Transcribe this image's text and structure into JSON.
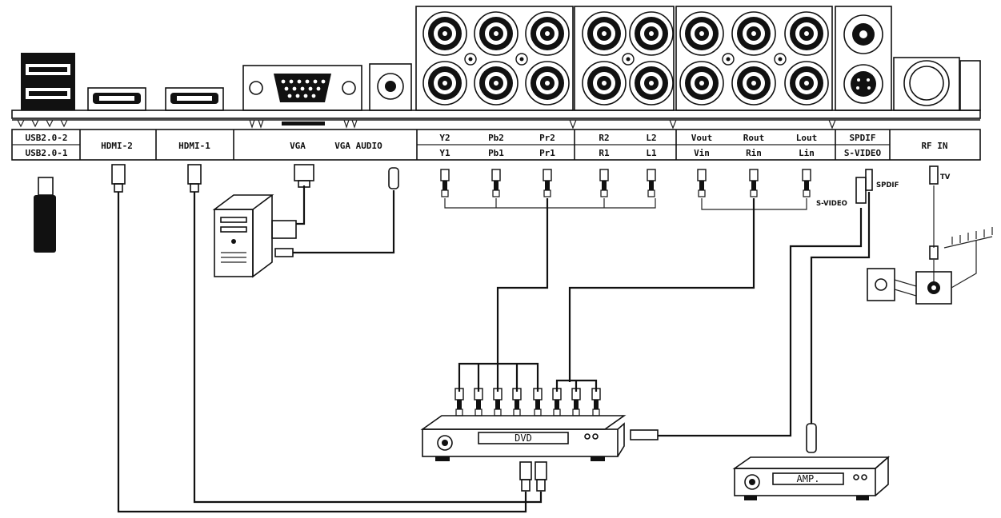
{
  "panel": {
    "usb2": "USB2.0-2",
    "usb1": "USB2.0-1",
    "hdmi2": "HDMI-2",
    "hdmi1": "HDMI-1",
    "vga": "VGA",
    "vga_audio": "VGA AUDIO",
    "y2": "Y2",
    "pb2": "Pb2",
    "pr2": "Pr2",
    "y1": "Y1",
    "pb1": "Pb1",
    "pr1": "Pr1",
    "r2": "R2",
    "l2": "L2",
    "r1": "R1",
    "l1": "L1",
    "vout": "Vout",
    "rout": "Rout",
    "lout": "Lout",
    "vin": "Vin",
    "rin": "Rin",
    "lin": "Lin",
    "spdif": "SPDIF",
    "svideo": "S-VIDEO",
    "rf_in": "RF IN"
  },
  "annotations": {
    "svideo": "S-VIDEO",
    "spdif": "SPDIF",
    "tv": "TV"
  },
  "devices": {
    "dvd": "DVD",
    "amp": "AMP."
  }
}
